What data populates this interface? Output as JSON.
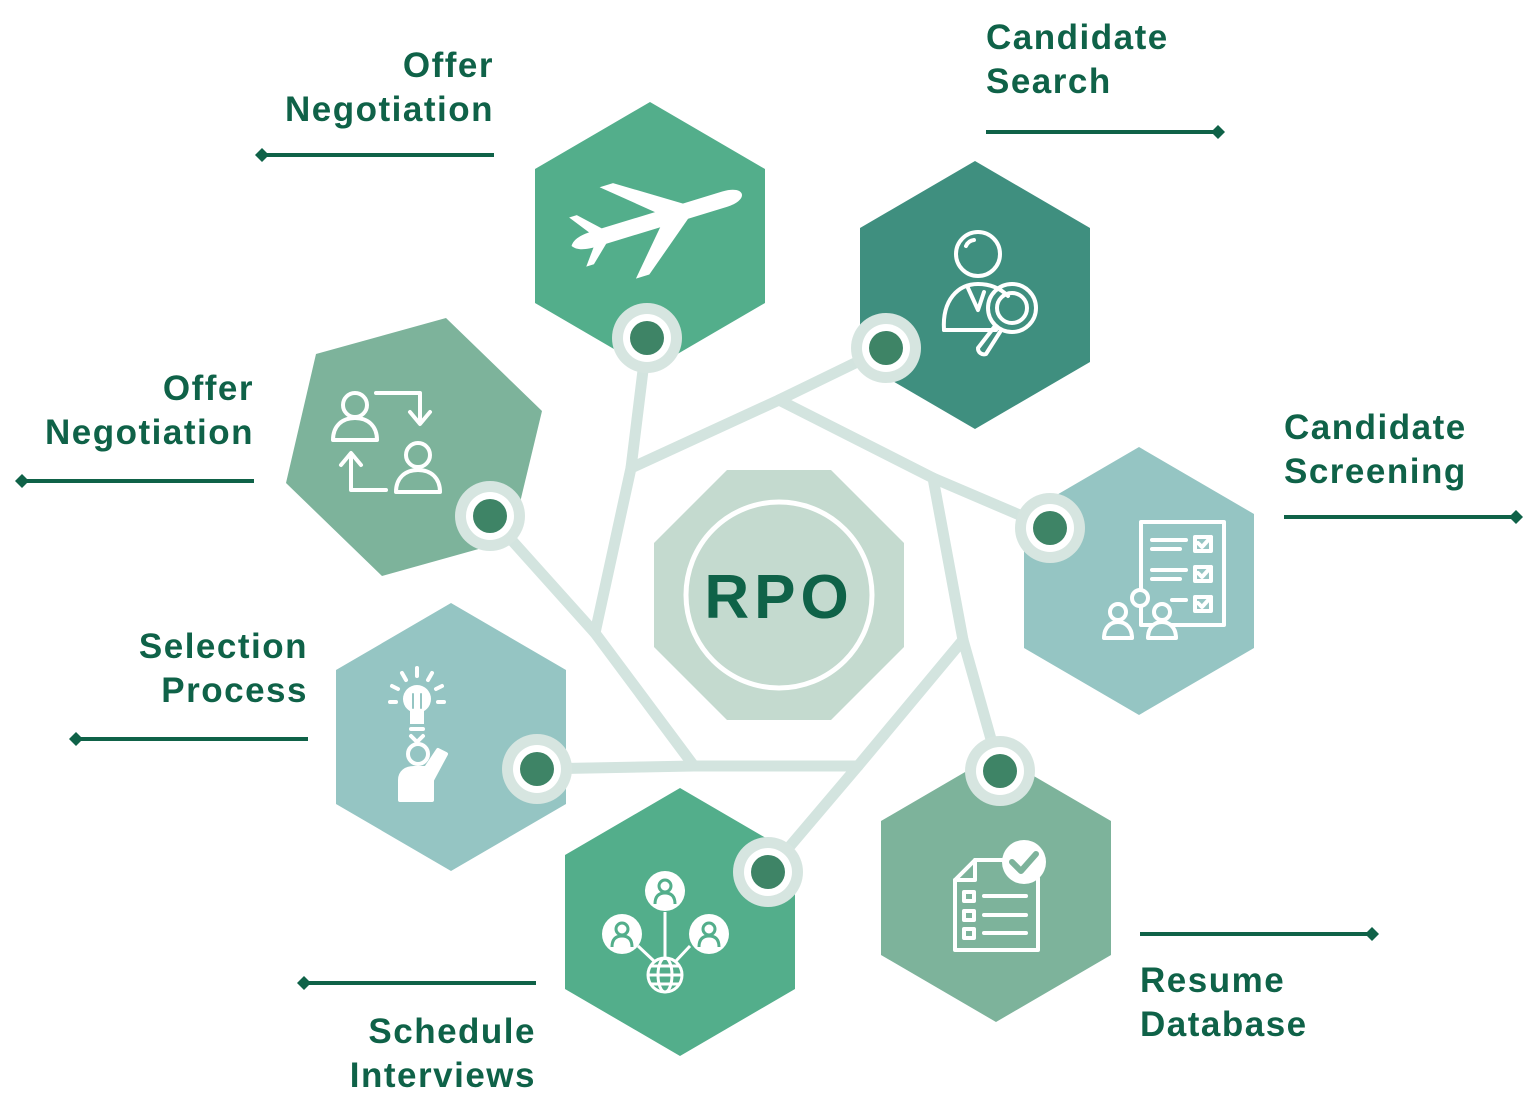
{
  "center": {
    "label": "RPO"
  },
  "colors": {
    "accent": "#0f6248",
    "connector": "#d3e4df",
    "node_ring": "#d6e5e0",
    "node_dot": "#3e8466",
    "center_fill": "#c4dacf"
  },
  "nodes": [
    {
      "id": "top",
      "lines": [
        "Offer",
        "Negotiation"
      ],
      "icon": "airplane-icon",
      "color": "#53ae8b"
    },
    {
      "id": "top-right",
      "lines": [
        "Candidate",
        "Search"
      ],
      "icon": "person-search-icon",
      "color": "#3f8f7f"
    },
    {
      "id": "right",
      "lines": [
        "Candidate",
        "Screening"
      ],
      "icon": "checklist-team-icon",
      "color": "#95c5c3"
    },
    {
      "id": "bottom-right",
      "lines": [
        "Resume",
        "Database"
      ],
      "icon": "document-check-icon",
      "color": "#7db39b"
    },
    {
      "id": "bottom",
      "lines": [
        "Schedule",
        "Interviews"
      ],
      "icon": "network-people-icon",
      "color": "#53ae8b"
    },
    {
      "id": "left",
      "lines": [
        "Selection",
        "Process"
      ],
      "icon": "idea-person-icon",
      "color": "#95c5c3"
    },
    {
      "id": "top-left",
      "lines": [
        "Offer",
        "Negotiation"
      ],
      "icon": "exchange-people-icon",
      "color": "#7db39b"
    }
  ]
}
